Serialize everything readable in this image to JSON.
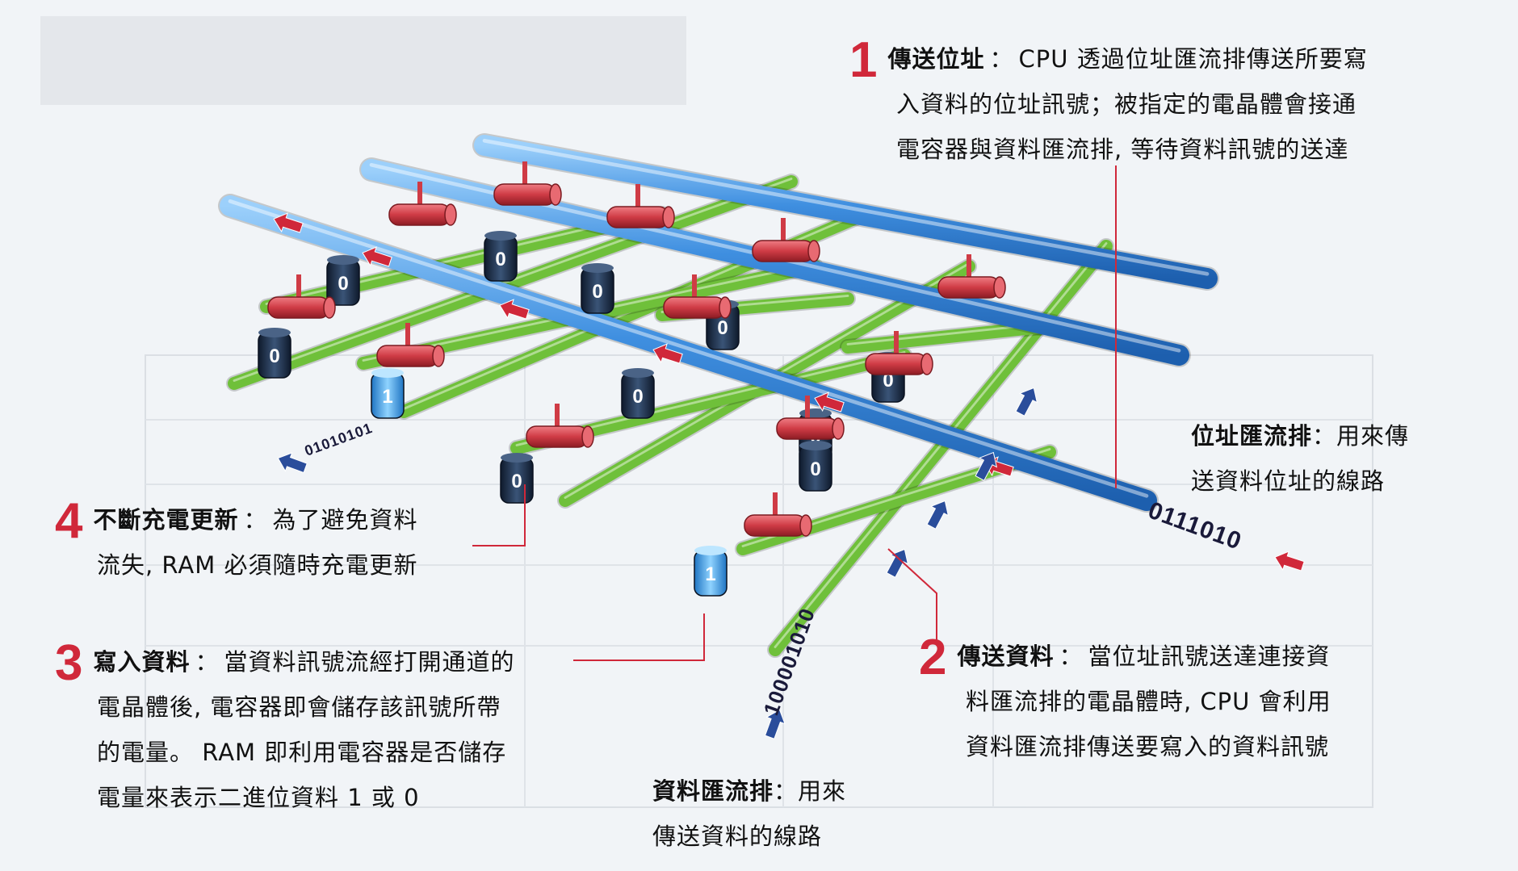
{
  "colors": {
    "address_bus": "#3f8fe0",
    "data_bus": "#6fc03a",
    "transistor": "#cf3b45",
    "capacitor_empty": "#1e2f4a",
    "capacitor_charged": "#3aa0e6",
    "accent_red": "#d0283a"
  },
  "diagram": {
    "bit_strings": {
      "address_in": "0111010",
      "data_in": "100001010",
      "left_outflow": "01010101"
    },
    "capacitor_value_empty": "0",
    "capacitor_value_charged": "1"
  },
  "callouts": {
    "step1": {
      "number": "1",
      "title": "傳送位址",
      "separator": "：",
      "lines": [
        "CPU 透過位址匯流排傳送所要寫",
        "入資料的位址訊號；被指定的電晶體會接通",
        "電容器與資料匯流排, 等待資料訊號的送達"
      ]
    },
    "step2": {
      "number": "2",
      "title": "傳送資料",
      "separator": "：",
      "lines": [
        "當位址訊號送達連接資",
        "料匯流排的電晶體時, CPU 會利用",
        "資料匯流排傳送要寫入的資料訊號"
      ]
    },
    "step3": {
      "number": "3",
      "title": "寫入資料",
      "separator": "：",
      "lines": [
        "當資料訊號流經打開通道的",
        "電晶體後, 電容器即會儲存該訊號所帶",
        "的電量。 RAM 即利用電容器是否儲存",
        "電量來表示二進位資料 1 或 0"
      ]
    },
    "step4": {
      "number": "4",
      "title": "不斷充電更新",
      "separator": "：",
      "lines": [
        "為了避免資料",
        "流失, RAM 必須隨時充電更新"
      ]
    },
    "address_bus": {
      "title": "位址匯流排",
      "separator": "：",
      "lines": [
        "用來傳",
        "送資料位址的線路"
      ]
    },
    "data_bus": {
      "title": "資料匯流排",
      "separator": "：",
      "lines": [
        "用來",
        "傳送資料的線路"
      ]
    }
  }
}
